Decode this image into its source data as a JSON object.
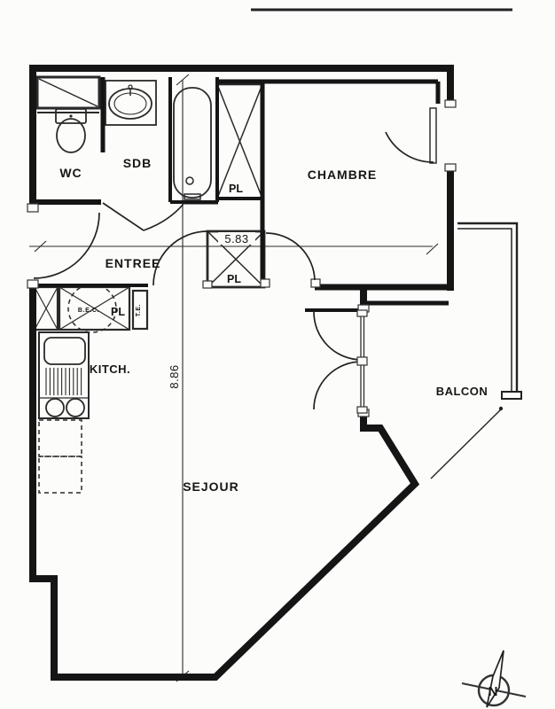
{
  "plan": {
    "rooms": {
      "wc": "WC",
      "sdb": "SDB",
      "entree": "ENTREE",
      "chambre": "CHAMBRE",
      "kitchen": "KITCH.",
      "sejour": "SEJOUR",
      "balcon": "BALCON"
    },
    "closets": {
      "pl_bath": "PL",
      "pl_entry": "PL",
      "pl_kitchen": "PL"
    },
    "equipment": {
      "water_heater": "B.E.C.",
      "electrical_panel": "T.E."
    },
    "dimensions": {
      "width": "5.83",
      "height": "8.86"
    },
    "compass_north": "N",
    "colors": {
      "ink": "#1a1a1a",
      "paper": "#fcfcfa"
    }
  }
}
